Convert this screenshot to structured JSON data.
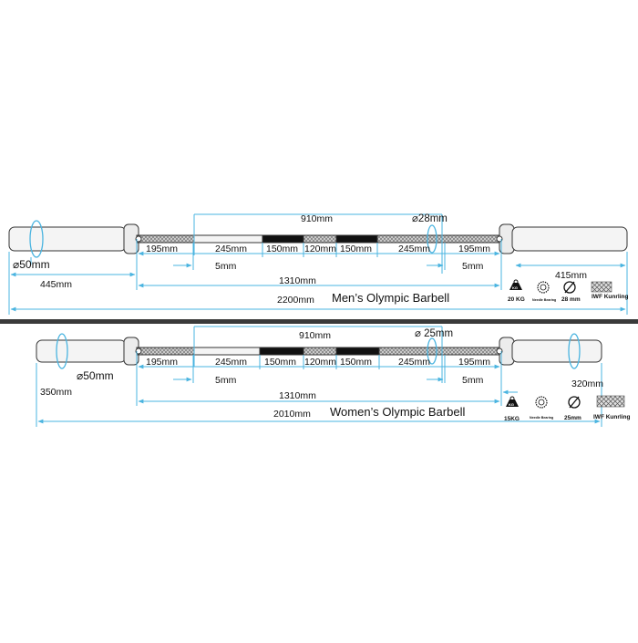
{
  "colors": {
    "dimension_line": "#4ab4e0",
    "separator": "#3a3a3a",
    "sleeve_fill": "#f4f4f4",
    "outline": "#333333",
    "knurl_fill": "#bdbdbd",
    "smooth_black": "#111111",
    "text": "#111111"
  },
  "men": {
    "title": "Men’s Olympic Barbell",
    "total_length": "2200mm",
    "knurl_span": "910mm",
    "shaft_length": "1310mm",
    "shaft_diameter": "⌀28mm",
    "sleeve_diameter": "⌀50mm",
    "left_offset": "445mm",
    "sleeve_length": "415mm",
    "segments": [
      "195mm",
      "245mm",
      "150mm",
      "120mm",
      "150mm",
      "245mm",
      "195mm"
    ],
    "gap_left": "5mm",
    "gap_right": "5mm",
    "legend": {
      "weight": "20 KG",
      "weight_badge": "KG",
      "bearing": "Needle Bearing",
      "diameter": "28 mm",
      "knurling": "IWF Kunrling"
    }
  },
  "women": {
    "title": "Women’s Olympic Barbell",
    "total_length": "2010mm",
    "knurl_span": "910mm",
    "shaft_length": "1310mm",
    "shaft_diameter": "⌀ 25mm",
    "sleeve_diameter": "⌀50mm",
    "left_offset": "350mm",
    "sleeve_length": "320mm",
    "segments": [
      "195mm",
      "245mm",
      "150mm",
      "120mm",
      "150mm",
      "245mm",
      "195mm"
    ],
    "gap_left": "5mm",
    "gap_right": "5mm",
    "legend": {
      "weight": "15KG",
      "weight_badge": "KG",
      "bearing": "Needle Bearing",
      "diameter": "25mm",
      "knurling": "IWF Kunrling"
    }
  }
}
